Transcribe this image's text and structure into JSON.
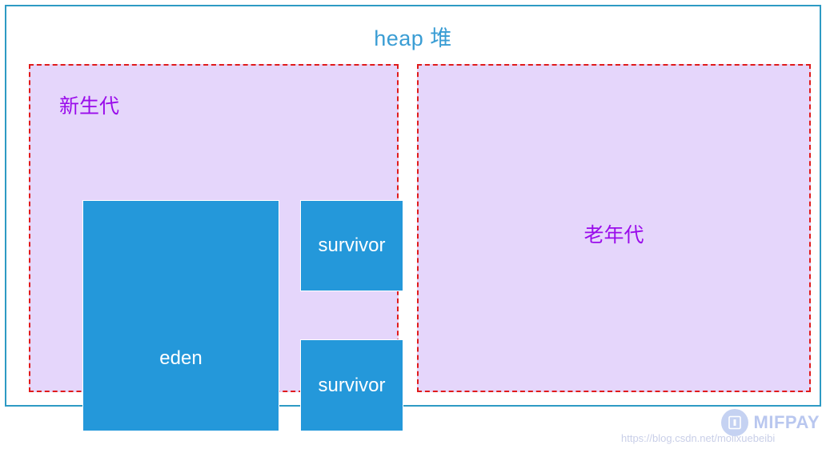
{
  "diagram": {
    "title": "heap 堆",
    "title_color": "#3a9dd4",
    "frame_border_color": "#2e9ac4",
    "region_border_color": "#e01b1b",
    "region_fill_color": "#e5d6fb",
    "block_color": "#2498da",
    "label_color": "#9a0ceb",
    "regions": [
      {
        "name": "young-generation",
        "label": "新生代",
        "blocks": [
          {
            "name": "eden",
            "label": "eden"
          },
          {
            "name": "survivor-top",
            "label": "survivor"
          },
          {
            "name": "survivor-bottom",
            "label": "survivor"
          }
        ]
      },
      {
        "name": "old-generation",
        "label": "老年代",
        "blocks": []
      }
    ]
  },
  "watermark": {
    "url": "https://blog.csdn.net/molixuebeibi",
    "brand": "MIFPAY",
    "logo_icon": "mifpay-circle-logo-icon"
  }
}
